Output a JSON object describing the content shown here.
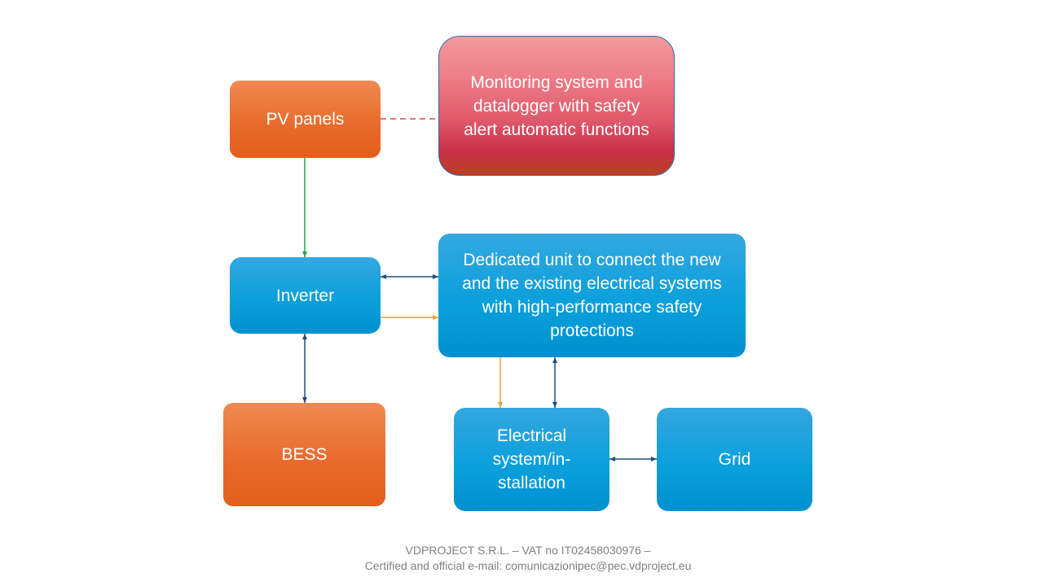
{
  "nodes": {
    "pv_panels": "PV panels",
    "monitoring": "Monitoring system and datalogger with safety alert automatic functions",
    "inverter": "Inverter",
    "dedicated_unit": "Dedicated unit to connect the new and the existing electrical systems with high-performance safety protections",
    "bess": "BESS",
    "electrical_system": "Electrical system/in-stallation",
    "grid": "Grid"
  },
  "connections": [
    {
      "from": "pv_panels",
      "to": "monitoring",
      "style": "dashed",
      "color": "#d9485f"
    },
    {
      "from": "pv_panels",
      "to": "inverter",
      "style": "arrow",
      "color": "#1fa84a"
    },
    {
      "from": "inverter",
      "to": "dedicated_unit",
      "style": "double-arrow",
      "color": "#1f4e79"
    },
    {
      "from": "inverter",
      "to": "dedicated_unit",
      "style": "arrow",
      "color": "#e8a33a"
    },
    {
      "from": "inverter",
      "to": "bess",
      "style": "double-arrow",
      "color": "#1f4e79"
    },
    {
      "from": "dedicated_unit",
      "to": "electrical_system",
      "style": "arrow",
      "color": "#e8a33a"
    },
    {
      "from": "dedicated_unit",
      "to": "electrical_system",
      "style": "double-arrow",
      "color": "#1f4e79"
    },
    {
      "from": "electrical_system",
      "to": "grid",
      "style": "double-arrow",
      "color": "#1f4e79"
    }
  ],
  "footer": {
    "line1": "VDPROJECT S.R.L. – VAT no IT02458030976 –",
    "line2": "Certified and official e-mail: comunicazionipec@pec.vdproject.eu"
  }
}
